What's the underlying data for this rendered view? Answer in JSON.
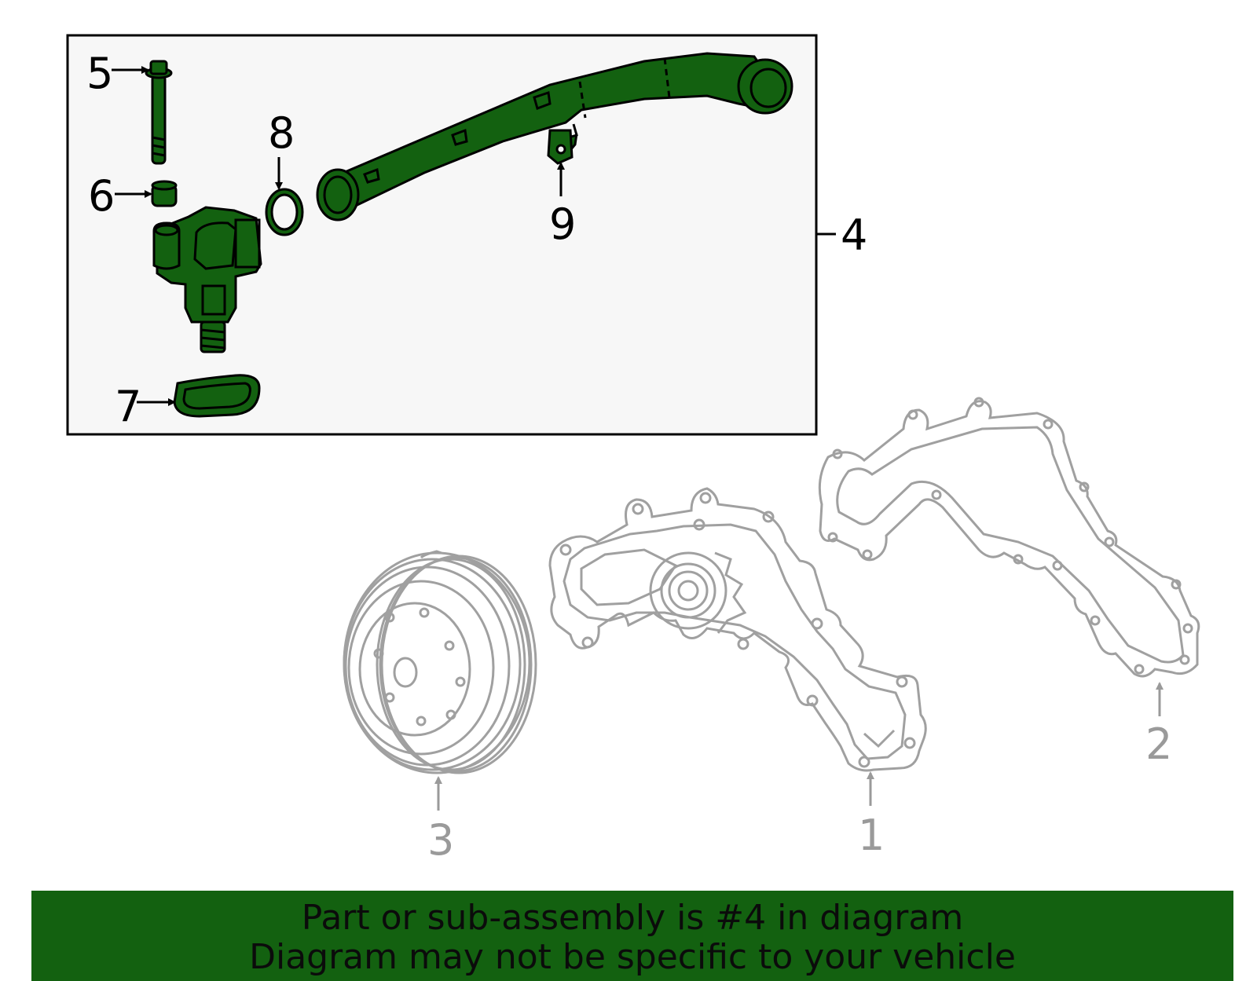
{
  "diagram": {
    "accent_color": "#136110",
    "part_fill": "#136110",
    "line_grey": "#a0a0a0",
    "callouts": {
      "c1": "1",
      "c2": "2",
      "c3": "3",
      "c4": "4",
      "c5": "5",
      "c6": "6",
      "c7": "7",
      "c8": "8",
      "c9": "9"
    }
  },
  "banner": {
    "line1": "Part or sub-assembly is #4 in diagram",
    "line2": "Diagram may not be specific to your vehicle"
  }
}
